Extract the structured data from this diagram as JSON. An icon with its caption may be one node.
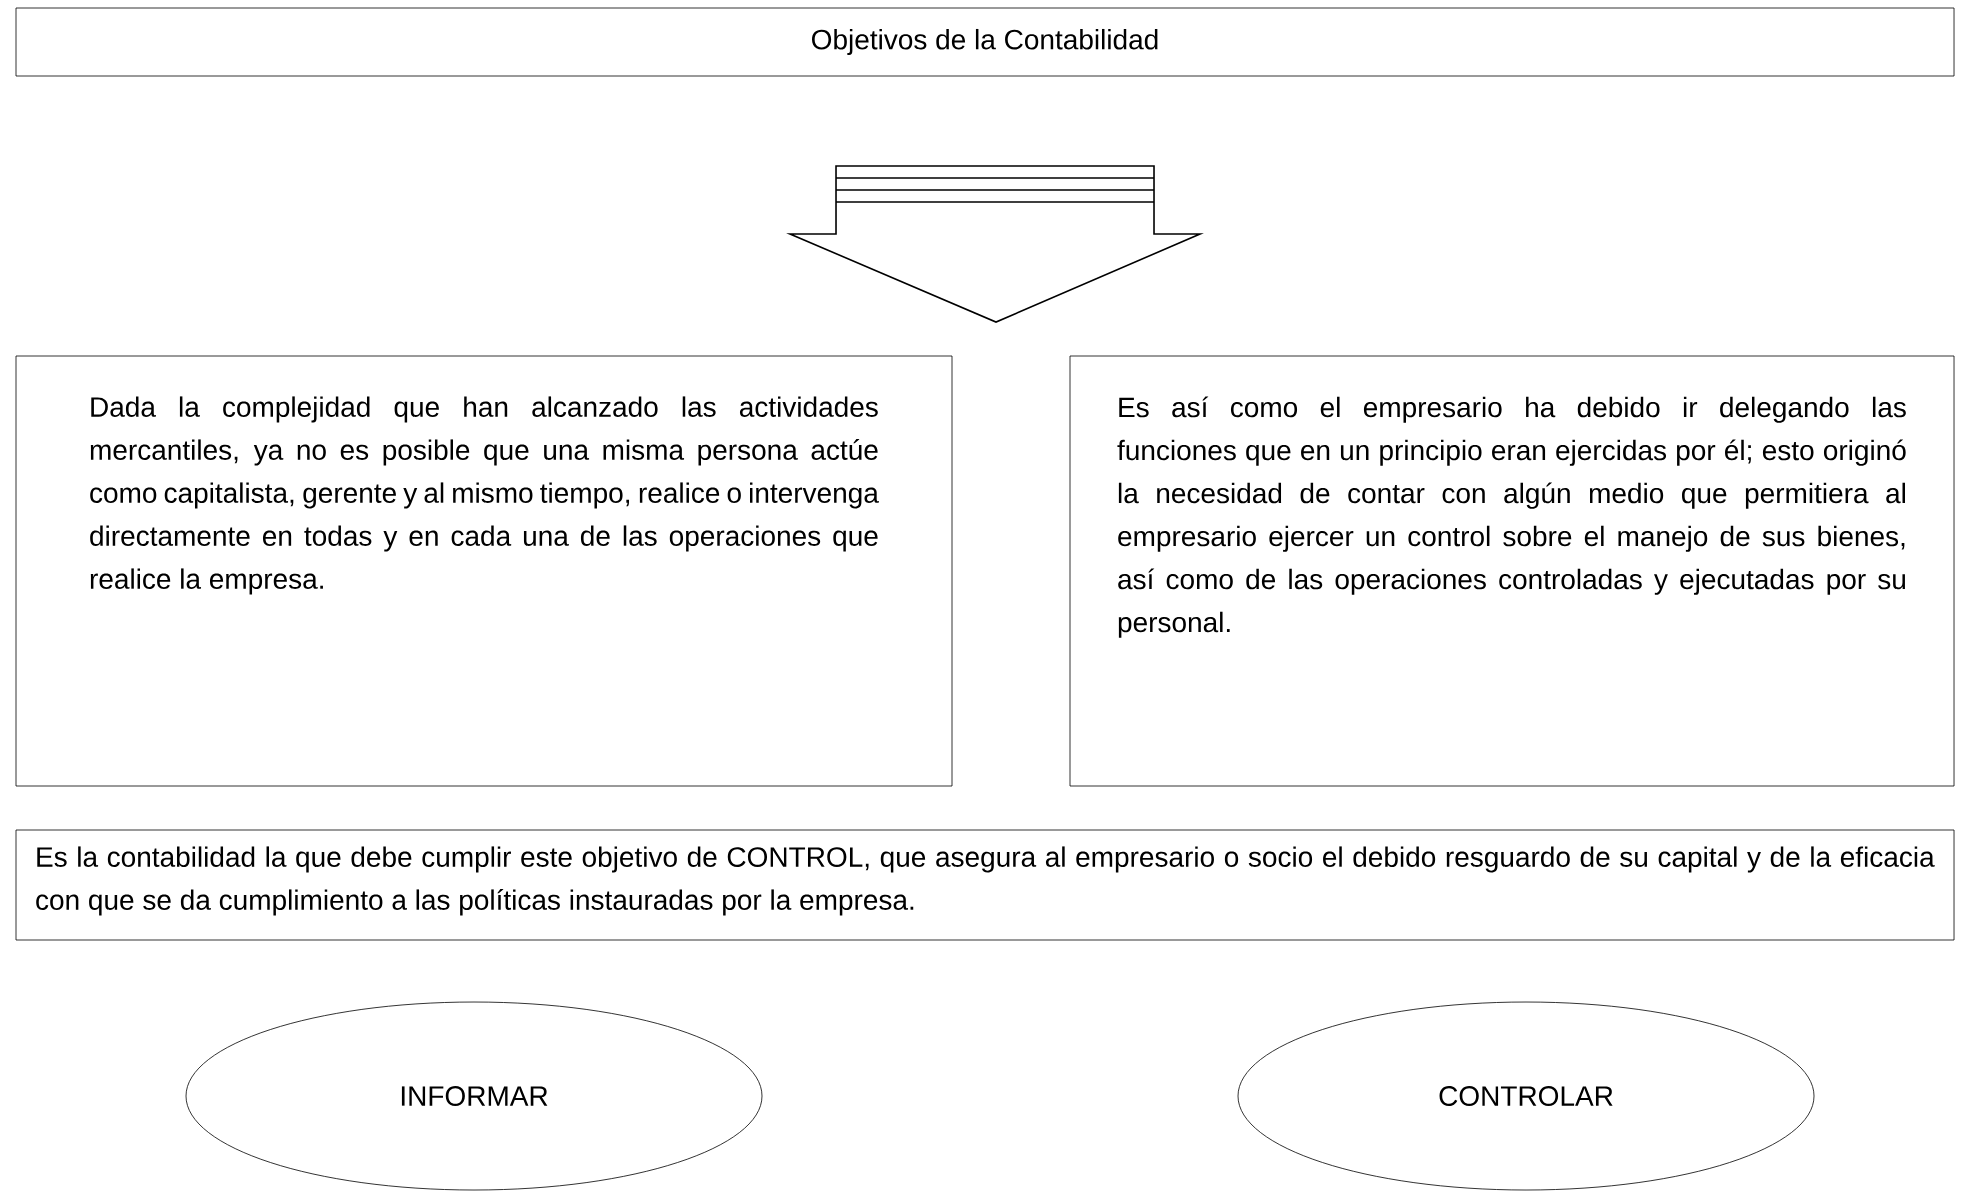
{
  "diagram": {
    "nodes": [
      {
        "text": [
          "Objetivos de la Contabilidad"
        ]
      },
      {
        "text": [
          "Dada la complejidad que han alcanzado las actividades mercantiles, ya no es posible que una misma persona actúe como capitalista, gerente y al mismo tiempo, realice o intervenga directamente en todas y en cada una de las operaciones que realice la empresa."
        ]
      },
      {
        "text": [
          "Es así como el empresario ha debido ir delegando las funciones que en un principio eran ejercidas por él; esto originó la necesidad de contar con algún medio que permitiera al empresario ejercer un control sobre el manejo de sus bienes, así como de las operaciones controladas y ejecutadas por su personal."
        ]
      },
      {
        "text": [
          "Es la contabilidad la que debe cumplir este objetivo de CONTROL, que asegura al empresario o socio el debido resguardo de su capital y de la eficacia con que se da cumplimiento a las políticas instauradas por la empresa."
        ]
      },
      {
        "text": [
          "INFORMAR"
        ]
      },
      {
        "text": [
          "CONTROLAR"
        ]
      }
    ]
  }
}
